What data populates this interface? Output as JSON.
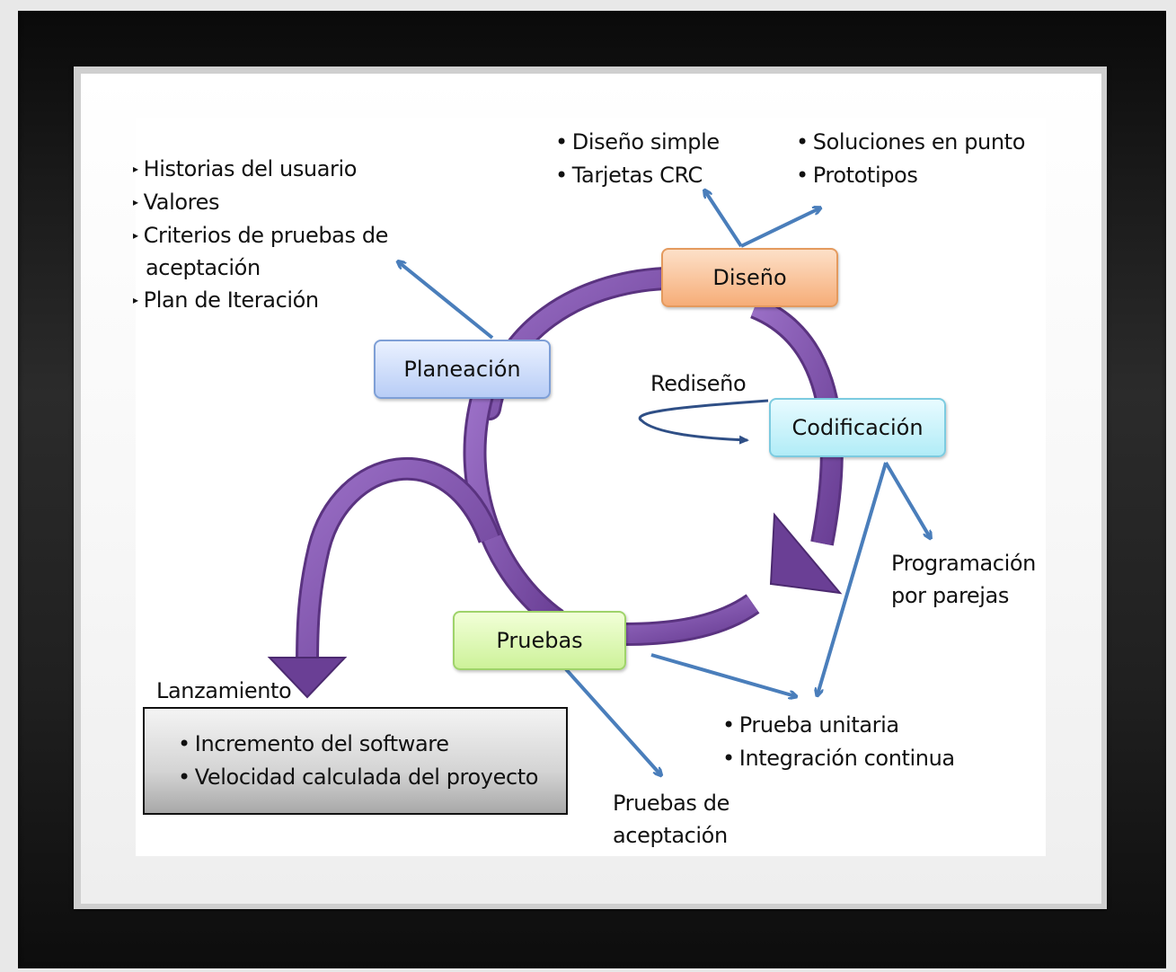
{
  "phases": {
    "planeacion": "Planeación",
    "diseno": "Diseño",
    "codificacion": "Codificación",
    "pruebas": "Pruebas"
  },
  "planeacion_items": [
    "Historias del usuario",
    "Valores",
    "Criterios de pruebas de",
    "aceptación",
    "Plan de Iteración"
  ],
  "diseno_items_left": [
    "Diseño simple",
    "Tarjetas CRC"
  ],
  "diseno_items_right": [
    "Soluciones en punto",
    "Prototipos"
  ],
  "rediseno": "Rediseño",
  "programacion": [
    "Programación",
    "por parejas"
  ],
  "pruebas_items": [
    "Prueba unitaria",
    "Integración continua"
  ],
  "aceptacion": [
    "Pruebas de",
    "aceptación"
  ],
  "lanzamiento": {
    "title": "Lanzamiento",
    "items": [
      "Incremento del software",
      "Velocidad calculada del proyecto"
    ]
  },
  "colors": {
    "cycle": "#7b4fa6",
    "arrow": "#4a7ebb",
    "rediseno_arrow": "#2f4f86"
  }
}
